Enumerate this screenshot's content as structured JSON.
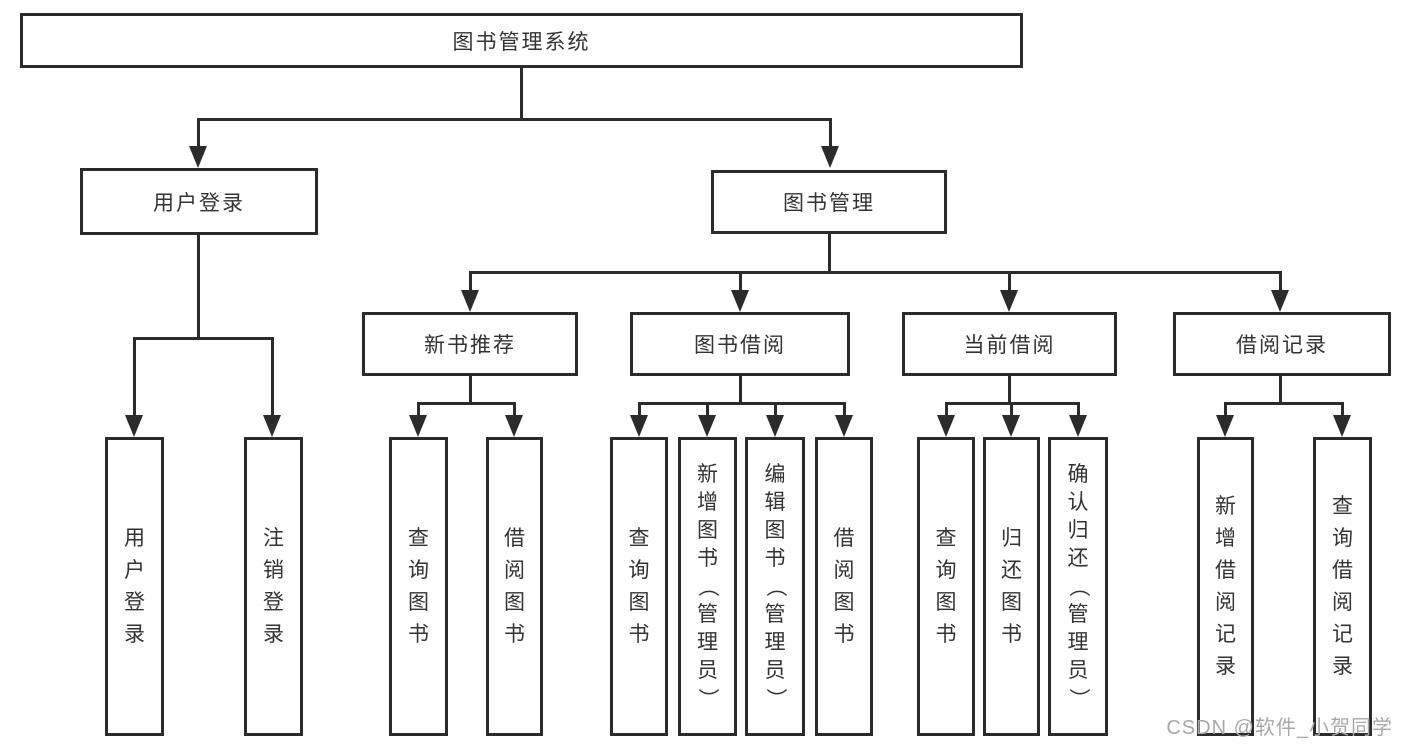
{
  "tree": {
    "label": "图书管理系统",
    "children": [
      {
        "label": "用户登录",
        "children": [
          {
            "label": "用户登录"
          },
          {
            "label": "注销登录"
          }
        ]
      },
      {
        "label": "图书管理",
        "children": [
          {
            "label": "新书推荐",
            "children": [
              {
                "label": "查询图书"
              },
              {
                "label": "借阅图书"
              }
            ]
          },
          {
            "label": "图书借阅",
            "children": [
              {
                "label": "查询图书"
              },
              {
                "label": "新增图书（管理员）"
              },
              {
                "label": "编辑图书（管理员）"
              },
              {
                "label": "借阅图书"
              }
            ]
          },
          {
            "label": "当前借阅",
            "children": [
              {
                "label": "查询图书"
              },
              {
                "label": "归还图书"
              },
              {
                "label": "确认归还（管理员）"
              }
            ]
          },
          {
            "label": "借阅记录",
            "children": [
              {
                "label": "新增借阅记录"
              },
              {
                "label": "查询借阅记录"
              }
            ]
          }
        ]
      }
    ]
  },
  "watermark": "CSDN @软件_小贺同学",
  "colors": {
    "line": "#2b2b2b",
    "border": "#2b2b2b",
    "text": "#333333",
    "watermark": "#a8a8a8",
    "background": "#ffffff"
  }
}
